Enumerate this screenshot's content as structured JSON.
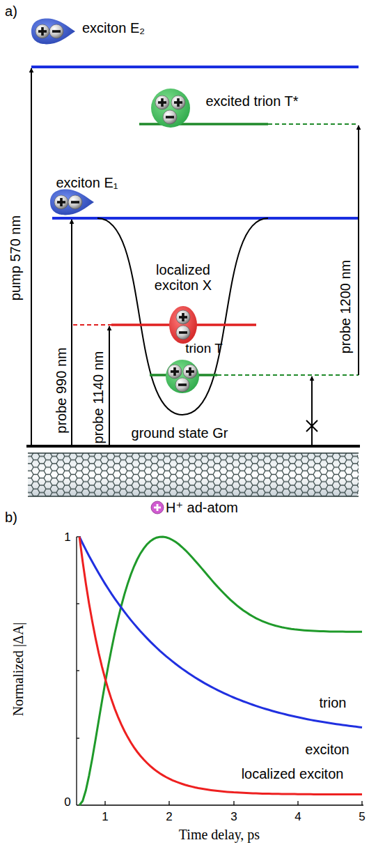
{
  "diagram": {
    "labels": [
      "a)",
      "exciton E₂",
      "pump 570 nm",
      "excited trion T*",
      "exciton E₁",
      "localized exciton X",
      "probe 990 nm",
      "probe 1140 nm",
      "probe 1200 nm",
      "trion T",
      "ground state Gr",
      "H⁺ ad-atom",
      "b)",
      "1",
      "0",
      "Normalized |ΔA|",
      "1",
      "2",
      "3",
      "4",
      "5",
      "Time delay, ps",
      "trion",
      "exciton",
      "localized exciton"
    ]
  }
}
